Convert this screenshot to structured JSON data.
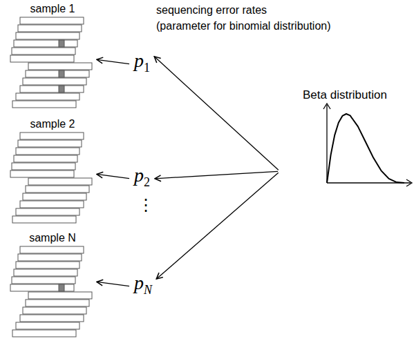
{
  "diagram": {
    "nodes": [
      {
        "text": [
          "sample 1"
        ]
      },
      {
        "text": [
          "p1"
        ]
      },
      {
        "text": [
          "sample 2"
        ]
      },
      {
        "text": [
          "p2"
        ]
      },
      {
        "text": [
          "sample N"
        ]
      },
      {
        "text": [
          "pN"
        ]
      },
      {
        "text": [
          "Beta distribution"
        ]
      }
    ],
    "edges": [
      {
        "from": 1,
        "to": 0,
        "arrow": "to"
      },
      {
        "from": 3,
        "to": 2,
        "arrow": "to"
      },
      {
        "from": 5,
        "to": 4,
        "arrow": "to"
      },
      {
        "from": 6,
        "to": 1,
        "arrow": "to"
      },
      {
        "from": 6,
        "to": 3,
        "arrow": "to"
      },
      {
        "from": 6,
        "to": 5,
        "arrow": "to"
      }
    ],
    "labels": [
      "sequencing error rates (parameter for binomial distribution)",
      "⋮"
    ]
  }
}
